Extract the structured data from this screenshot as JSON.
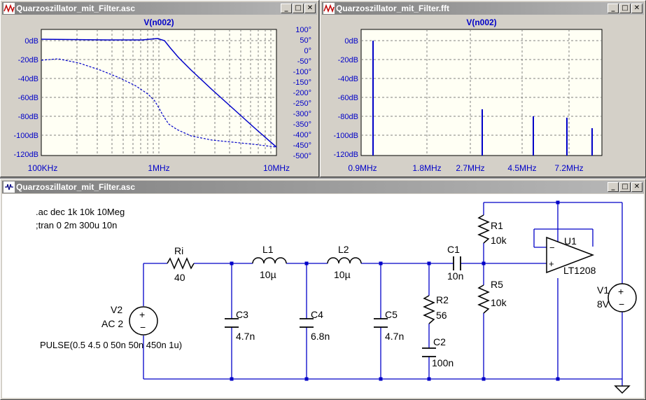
{
  "windows": {
    "ac_plot": {
      "title": "Quarzoszillator_mit_Filter.asc",
      "trace_name": "V(n002)",
      "y_left_ticks": [
        "0dB",
        "-20dB",
        "-40dB",
        "-60dB",
        "-80dB",
        "-100dB",
        "-120dB"
      ],
      "y_right_ticks": [
        "100°",
        "50°",
        "0°",
        "-50°",
        "-100°",
        "-150°",
        "-200°",
        "-250°",
        "-300°",
        "-350°",
        "-400°",
        "-450°",
        "-500°"
      ],
      "x_ticks": [
        "100KHz",
        "1MHz",
        "10MHz"
      ]
    },
    "fft_plot": {
      "title": "Quarzoszillator_mit_Filter.fft",
      "trace_name": "V(n002)",
      "y_ticks": [
        "0dB",
        "-20dB",
        "-40dB",
        "-60dB",
        "-80dB",
        "-100dB",
        "-120dB"
      ],
      "x_ticks": [
        "0.9MHz",
        "1.8MHz",
        "2.7MHz",
        "4.5MHz",
        "7.2MHz"
      ]
    },
    "schematic": {
      "title": "Quarzoszillator_mit_Filter.asc",
      "directives": [
        ".ac dec 1k 10k 10Meg",
        ";tran 0 2m 300u 10n"
      ],
      "components": {
        "ri": {
          "name": "Ri",
          "value": "40"
        },
        "l1": {
          "name": "L1",
          "value": "10µ"
        },
        "l2": {
          "name": "L2",
          "value": "10µ"
        },
        "c1": {
          "name": "C1",
          "value": "10n"
        },
        "c2": {
          "name": "C2",
          "value": "100n"
        },
        "c3": {
          "name": "C3",
          "value": "4.7n"
        },
        "c4": {
          "name": "C4",
          "value": "6.8n"
        },
        "c5": {
          "name": "C5",
          "value": "4.7n"
        },
        "r1": {
          "name": "R1",
          "value": "10k"
        },
        "r2": {
          "name": "R2",
          "value": "56"
        },
        "r5": {
          "name": "R5",
          "value": "10k"
        },
        "u1": {
          "name": "U1",
          "value": "LT1208"
        },
        "v1": {
          "name": "V1",
          "value": "8V"
        },
        "v2": {
          "name": "V2",
          "value": "AC 2",
          "extra": "PULSE(0.5 4.5 0 50n 50n 450n 1u)"
        }
      }
    }
  },
  "window_buttons": {
    "minimize": "_",
    "maximize": "□",
    "close": "✕"
  },
  "colors": {
    "trace": "#0000c8",
    "wire": "#0000c8",
    "title_text": "#ffffff",
    "axis_text": "#0000c8",
    "plot_bg": "#fffff4"
  }
}
